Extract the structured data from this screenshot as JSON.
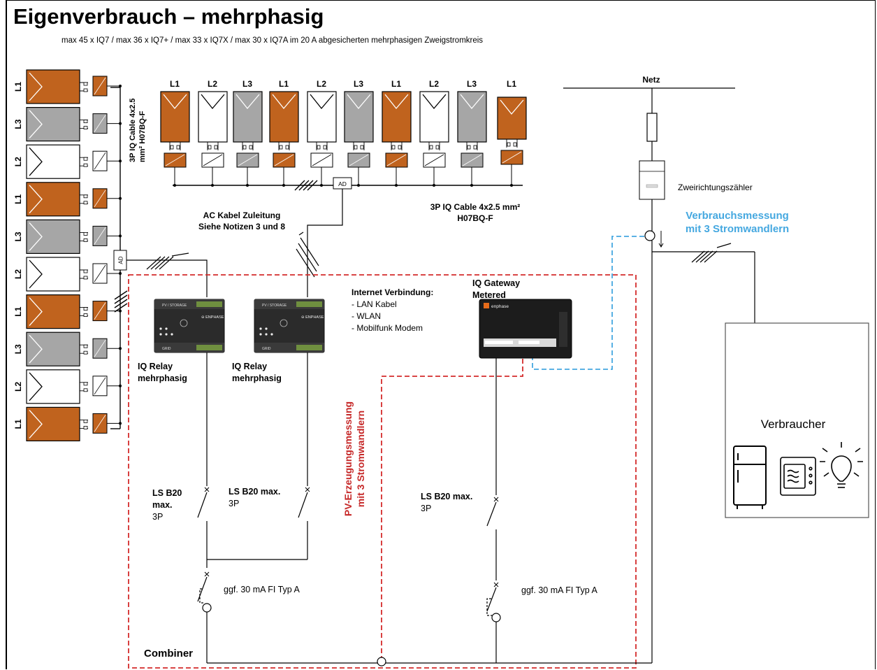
{
  "title": "Eigenverbrauch – mehrphasig",
  "subtitle": "max 45 x IQ7 / max 36 x IQ7+ / max 33 x IQ7X / max 30 x IQ7A im 20 A abgesicherten mehrphasigen Zweigstromkreis",
  "colors": {
    "orange": "#C0631E",
    "gray": "#A6A6A6",
    "white": "#FFFFFF",
    "red": "#D42B2B",
    "blue": "#45A8E0",
    "line": "#000000"
  },
  "modules_left": [
    {
      "phase": "L1",
      "color": "orange"
    },
    {
      "phase": "L3",
      "color": "gray"
    },
    {
      "phase": "L2",
      "color": "white"
    },
    {
      "phase": "L1",
      "color": "orange"
    },
    {
      "phase": "L3",
      "color": "gray"
    },
    {
      "phase": "L2",
      "color": "white"
    },
    {
      "phase": "L1",
      "color": "orange"
    },
    {
      "phase": "L3",
      "color": "gray"
    },
    {
      "phase": "L2",
      "color": "white"
    },
    {
      "phase": "L1",
      "color": "orange"
    }
  ],
  "modules_top": [
    {
      "phase": "L1",
      "color": "orange"
    },
    {
      "phase": "L2",
      "color": "white"
    },
    {
      "phase": "L3",
      "color": "gray"
    },
    {
      "phase": "L1",
      "color": "orange"
    },
    {
      "phase": "L2",
      "color": "white"
    },
    {
      "phase": "L3",
      "color": "gray"
    },
    {
      "phase": "L1",
      "color": "orange"
    },
    {
      "phase": "L2",
      "color": "white"
    },
    {
      "phase": "L3",
      "color": "gray"
    },
    {
      "phase": "L1",
      "color": "orange"
    }
  ],
  "labels": {
    "cable_vertical_1": "3P IQ Cable 4x2.5",
    "cable_vertical_2": "mm² H07BQ-F",
    "ad": "AD",
    "ac_cable_1": "AC Kabel Zuleitung",
    "ac_cable_2": "Siehe Notizen 3 und 8",
    "cable_top_1": "3P IQ Cable 4x2.5 mm²",
    "cable_top_2": "H07BQ-F",
    "netz": "Netz",
    "meter": "Zweirichtungszähler",
    "consumption_1": "Verbrauchsmessung",
    "consumption_2": "mit 3 Stromwandlern",
    "internet_title": "Internet Verbindung:",
    "internet_items": [
      "- LAN Kabel",
      "- WLAN",
      "- Mobilfunk Modem"
    ],
    "gateway_1": "IQ Gateway",
    "gateway_2": "Metered",
    "relay_1": "IQ Relay",
    "relay_2": "mehrphasig",
    "relay_panel_top": "PV / STORAGE",
    "relay_panel_bottom": "GRID",
    "relay_brand": "⊖ ENPHASE",
    "gateway_brand": "enphase",
    "ls1_1": "LS B20",
    "ls1_2": "max.",
    "ls1_3": "3P",
    "ls2_1": "LS B20 max.",
    "ls2_2": "3P",
    "ls3_1": "LS B20 max.",
    "ls3_2": "3P",
    "pv_meas_1": "PV-Erzeugungsmessung",
    "pv_meas_2": "mit 3 Stromwandlern",
    "fi_1": "ggf. 30 mA FI Typ A",
    "fi_2": "ggf. 30 mA FI Typ A",
    "combiner": "Combiner",
    "consumer": "Verbraucher"
  }
}
